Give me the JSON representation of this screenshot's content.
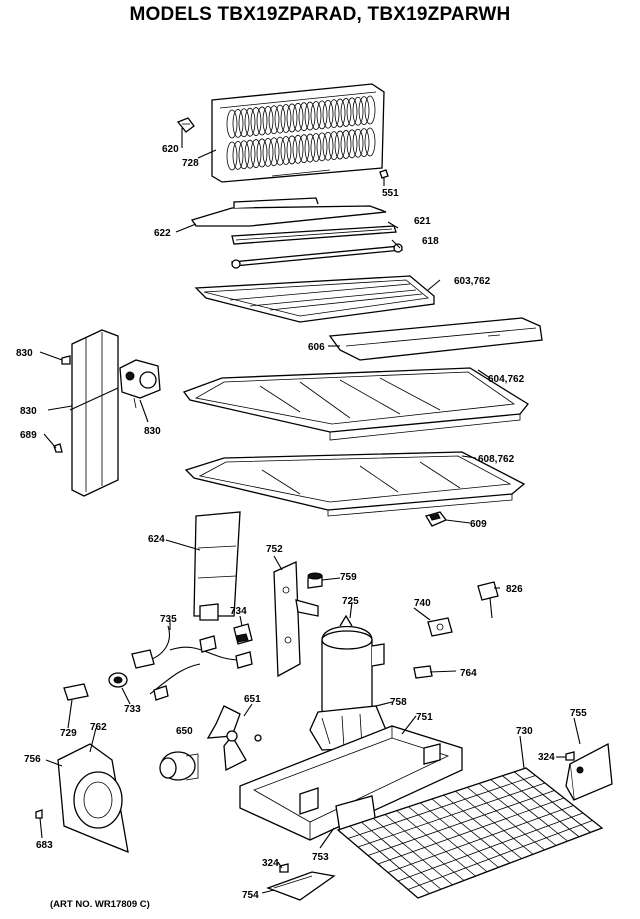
{
  "title": "MODELS TBX19ZPARAD, TBX19ZPARWH",
  "art_number": "(ART NO. WR17809 C)",
  "labels": {
    "l620": "620",
    "l728": "728",
    "l551": "551",
    "l622": "622",
    "l621": "621",
    "l618": "618",
    "l603": "603,762",
    "l606": "606",
    "l830a": "830",
    "l830b": "830",
    "l830c": "830",
    "l689": "689",
    "l604": "604,762",
    "l608": "608,762",
    "l609": "609",
    "l624": "624",
    "l752": "752",
    "l759": "759",
    "l826": "826",
    "l725": "725",
    "l740": "740",
    "l735": "735",
    "l734": "734",
    "l764": "764",
    "l758": "758",
    "l751": "751",
    "l729": "729",
    "l733": "733",
    "l762": "762",
    "l651": "651",
    "l756": "756",
    "l650": "650",
    "l730": "730",
    "l755": "755",
    "l324a": "324",
    "l683": "683",
    "l753": "753",
    "l324b": "324",
    "l754": "754"
  }
}
